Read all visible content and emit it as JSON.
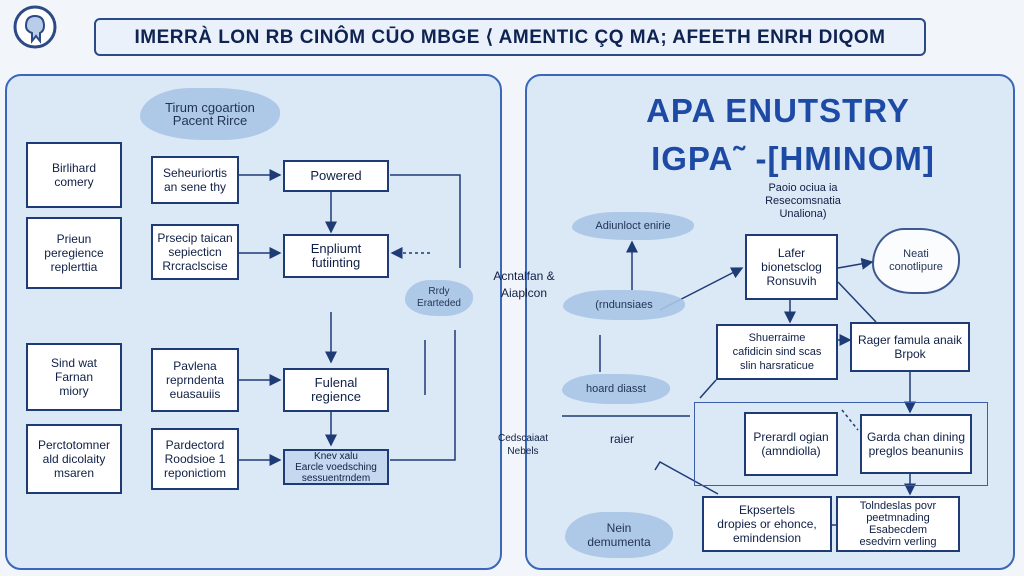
{
  "header": {
    "title": "IMERRÀ LON RB CINÔM CŪO MBGE ⟨ AMENTIC ÇQ MA; AFEETH ENRH DIQOM"
  },
  "left_panel": {
    "cloud_title": "Tirum cgoartion\nPacent Rirce",
    "boxes": [
      "Birlihard\ncomery",
      "Seheuriortis\nan sene thy",
      "Powered",
      "Prieun\nperegience\nreplerttia",
      "Prsecip taican\nsepiecticn\nRrcraclscise",
      "Enpliumt\nfutiinting",
      "Sind wat\nFarnan\nmiory",
      "Pavlena\nreprndenta\neuasauiis",
      "Fulenal\nregience",
      "Perctotomner\nald dicolaity\nmsaren",
      "Pardectord\nRoodsioe 1\nreponictiom",
      "Knev xalu\nEarcle voedsching\nsessuentrndem"
    ],
    "side_cloud": "Rrdy\nErarteded"
  },
  "middle": {
    "label": "Acntalfan &\nAiaplcon"
  },
  "right_panel": {
    "heading_line1": "APA ENUTSTRY",
    "heading_line2": "IGPA˜ -[HMINOM]",
    "top_note": "Paoio ociua ia\nResecomsnatia\nUnaliona)",
    "clouds": [
      "Adiunloct enirie",
      "(rndunsiaes",
      "hoard diasst",
      "Nein\ndemumenta"
    ],
    "boxes": [
      "Lafer\nbionetsclog\nRonsuvih",
      "Shuerraime\ncafidicin sind scas\nslin harsraticue",
      "Rager famula anaik\nBrpok",
      "Prerardl ogian\n(amndiolla)",
      "Garda chan dining\npreglos beanuniıs",
      "Ekpsertels\ndropies or ehonce,\nemindension",
      "Tolndeslas povr\npeetmnading\nEsabecdem\nesedvirn verling"
    ],
    "near_cloud": "Neati\nconotlipure",
    "raker": "raier",
    "side_label": "Cedscaiaat\nNebels"
  }
}
